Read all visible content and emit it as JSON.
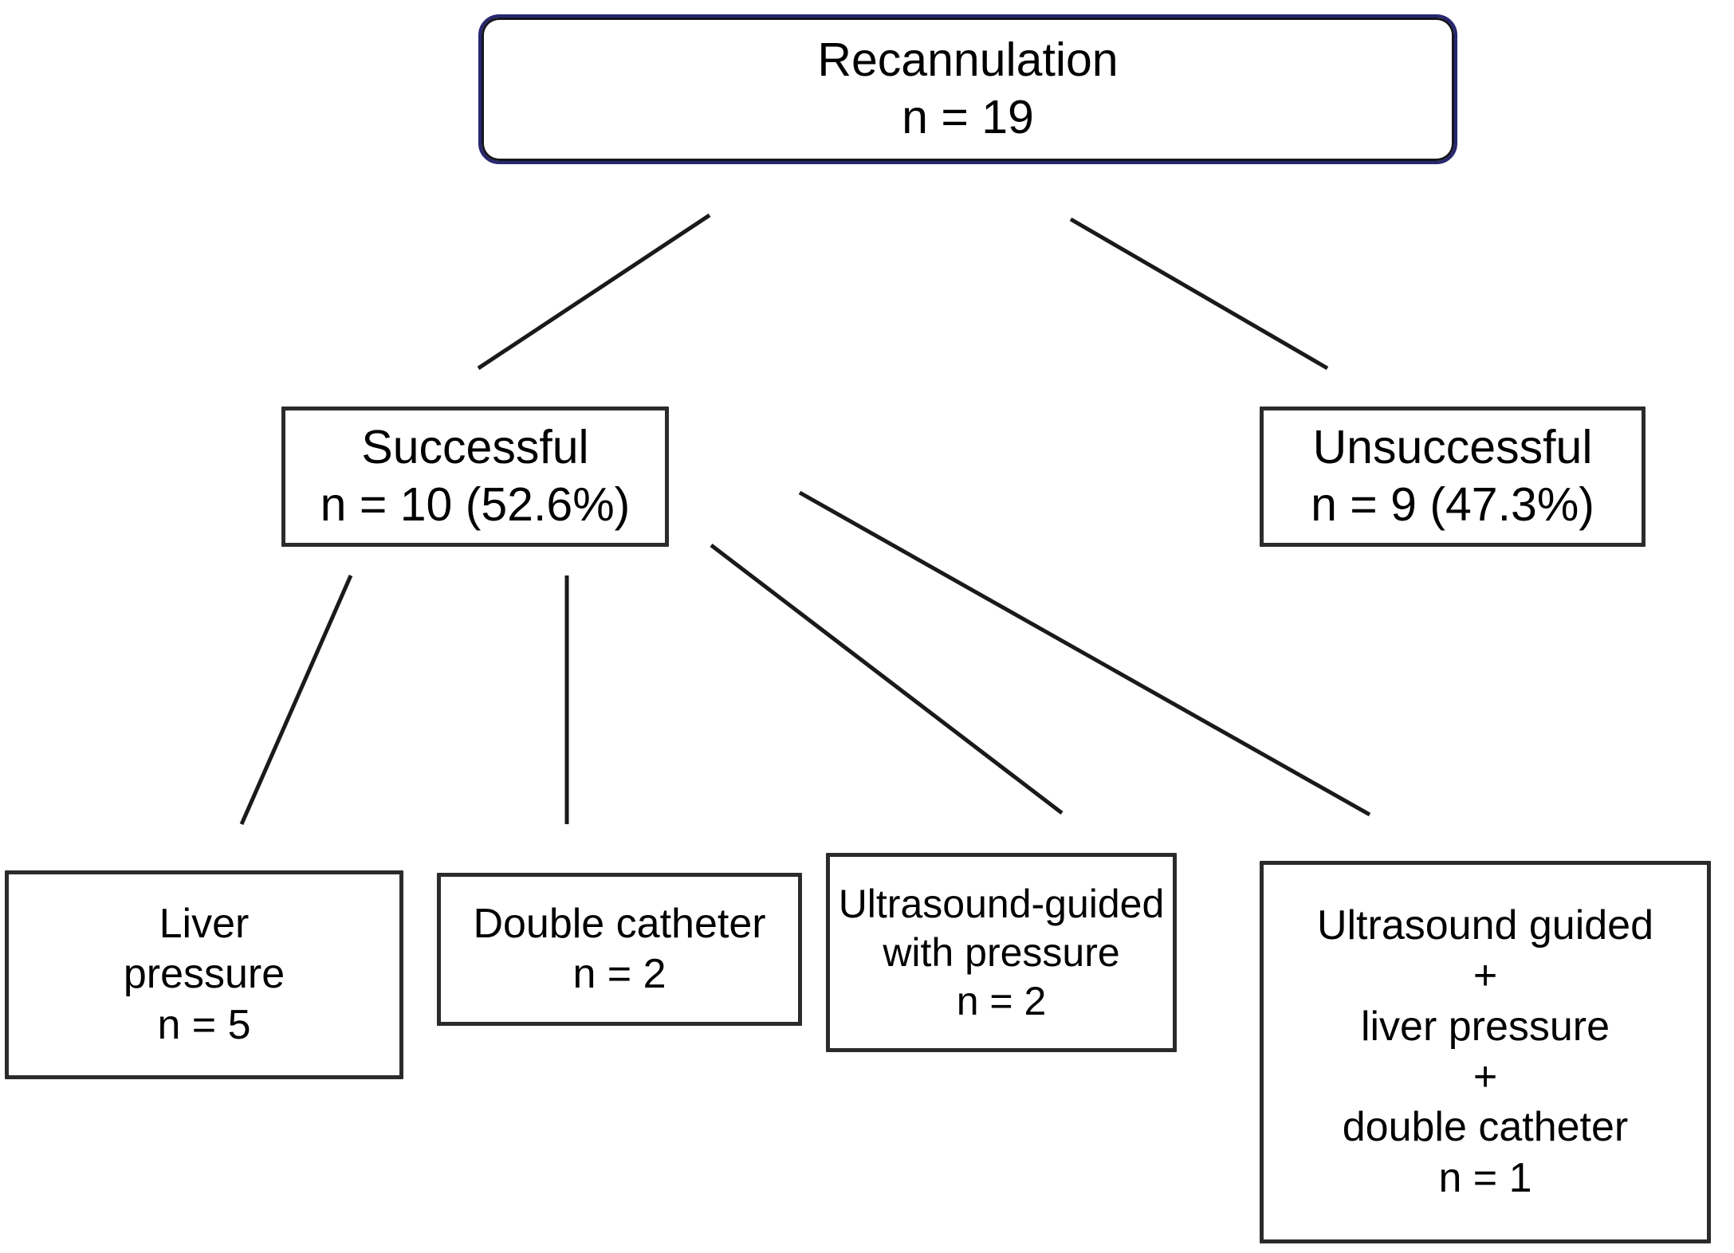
{
  "diagram": {
    "title": "Recannulation outcome flowchart",
    "background_color": "#ffffff",
    "text_color": "#000000",
    "root_border_color": "#272770",
    "box_border_color": "#2b2b2b",
    "edge_color": "#1a1a1a"
  },
  "nodes": {
    "root": {
      "id": "recannulation",
      "lines": [
        "Recannulation",
        "n = 19"
      ],
      "line1": "Recannulation",
      "line2": "n = 19",
      "count": 19
    },
    "successful": {
      "id": "successful",
      "lines": [
        "Successful",
        "n = 10 (52.6%)"
      ],
      "line1": "Successful",
      "line2": "n = 10 (52.6%)",
      "count": 10,
      "percent": "52.6%"
    },
    "unsuccessful": {
      "id": "unsuccessful",
      "lines": [
        "Unsuccessful",
        "n = 9 (47.3%)"
      ],
      "line1": "Unsuccessful",
      "line2": "n = 9 (47.3%)",
      "count": 9,
      "percent": "47.3%"
    },
    "liver_pressure": {
      "id": "liver-pressure",
      "lines": [
        "Liver",
        "pressure",
        "n = 5"
      ],
      "line1": "Liver",
      "line2": "pressure",
      "line3": "n = 5",
      "count": 5
    },
    "double_catheter": {
      "id": "double-catheter",
      "lines": [
        "Double catheter",
        "n = 2"
      ],
      "line1": "Double catheter",
      "line2": "n = 2",
      "count": 2
    },
    "us_with_pressure": {
      "id": "ultrasound-guided-with-pressure",
      "lines": [
        "Ultrasound-guided",
        "with pressure",
        "n = 2"
      ],
      "line1": "Ultrasound-guided",
      "line2": "with pressure",
      "line3": "n = 2",
      "count": 2
    },
    "us_liver_double": {
      "id": "ultrasound-guided-liver-pressure-double-catheter",
      "lines": [
        "Ultrasound guided",
        "+",
        "liver pressure",
        "+",
        "double catheter",
        "n = 1"
      ],
      "line1": "Ultrasound guided",
      "line2": "+",
      "line3": "liver pressure",
      "line4": "+",
      "line5": "double catheter",
      "line6": "n = 1",
      "count": 1
    }
  },
  "edges": [
    {
      "from": "recannulation",
      "to": "successful"
    },
    {
      "from": "recannulation",
      "to": "unsuccessful"
    },
    {
      "from": "successful",
      "to": "liver-pressure"
    },
    {
      "from": "successful",
      "to": "double-catheter"
    },
    {
      "from": "successful",
      "to": "ultrasound-guided-with-pressure"
    },
    {
      "from": "successful",
      "to": "ultrasound-guided-liver-pressure-double-catheter"
    }
  ]
}
